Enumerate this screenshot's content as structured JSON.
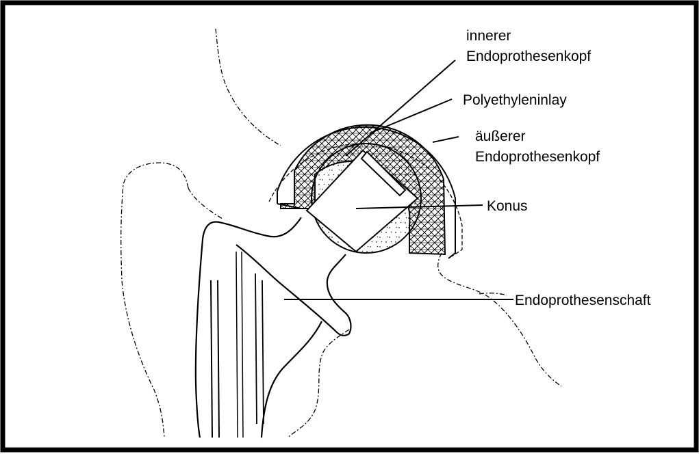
{
  "labels": {
    "inner_head": {
      "line1": "innerer",
      "line2": "Endoprothesenkopf"
    },
    "polyethylene": "Polyethyleninlay",
    "outer_head": {
      "line1": "äußerer",
      "line2": "Endoprothesenkopf"
    },
    "cone": "Konus",
    "stem": "Endoprothesenschaft"
  },
  "colors": {
    "ink": "#000000",
    "background": "#ffffff"
  }
}
